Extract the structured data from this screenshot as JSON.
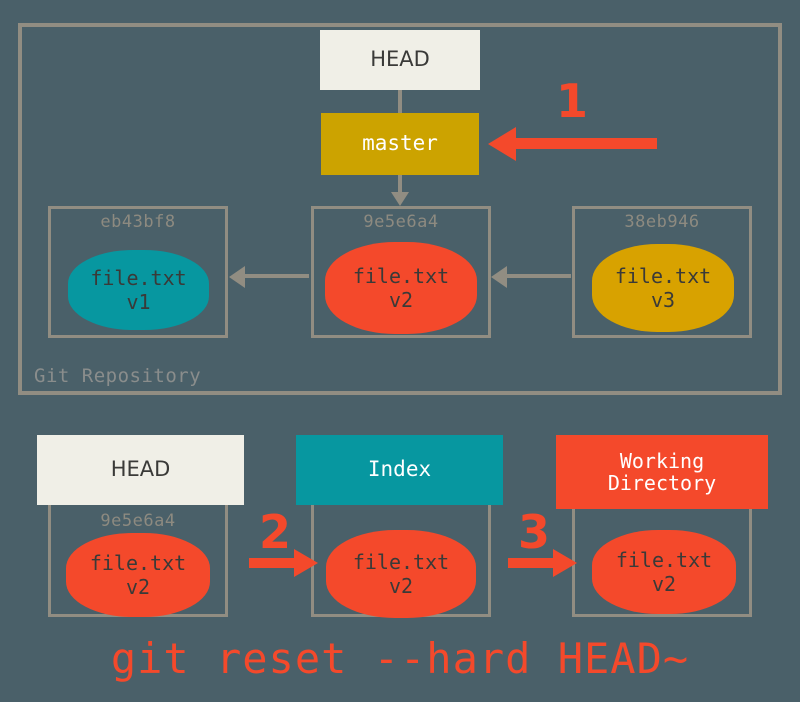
{
  "diagram": {
    "title": "git reset --hard HEAD~",
    "background_color": "#4a6069",
    "command": "git reset --hard HEAD~"
  },
  "repository": {
    "label": "Git Repository",
    "pointer_head": "HEAD",
    "branch": "master",
    "commits": [
      {
        "hash": "eb43bf8",
        "file": "file.txt",
        "version": "v1",
        "color": "#0797a0"
      },
      {
        "hash": "9e5e6a4",
        "file": "file.txt",
        "version": "v2",
        "color": "#f4492b"
      },
      {
        "hash": "38eb946",
        "file": "file.txt",
        "version": "v3",
        "color": "#d8a200"
      }
    ]
  },
  "steps": [
    {
      "number": "1",
      "target": "master"
    },
    {
      "number": "2",
      "target": "Index"
    },
    {
      "number": "3",
      "target": "Working Directory"
    }
  ],
  "trees": {
    "head": {
      "label": "HEAD",
      "hash": "9e5e6a4",
      "file": "file.txt",
      "version": "v2",
      "color": "#f0efe7"
    },
    "index": {
      "label": "Index",
      "file": "file.txt",
      "version": "v2",
      "color": "#0797a0"
    },
    "working_directory": {
      "label_line1": "Working",
      "label_line2": "Directory",
      "file": "file.txt",
      "version": "v2",
      "color": "#f4492b"
    }
  },
  "colors": {
    "background": "#4a6069",
    "frame": "#918d82",
    "accent_red": "#f4492b",
    "teal": "#0797a0",
    "gold": "#cca300",
    "gold_blob": "#d8a200",
    "offwhite": "#f0efe7",
    "text_dark": "#3a3a38",
    "hash_text": "#8d8a80"
  }
}
